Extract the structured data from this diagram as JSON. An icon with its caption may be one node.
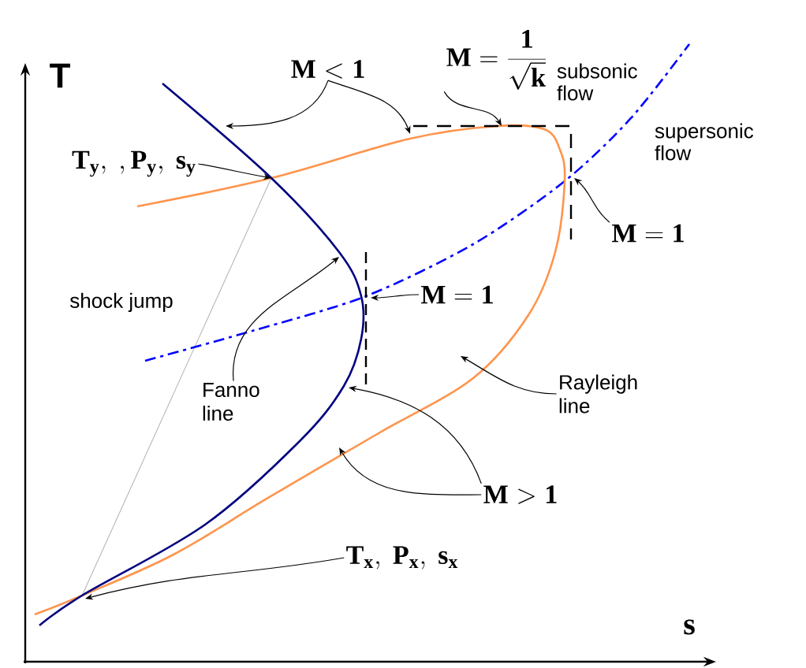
{
  "diagram": {
    "nodes": [
      {
        "text": [
          "\\mathbf{M < 1}"
        ]
      },
      {
        "text": [
          "\\mathbf{M = \\frac{1}{\\sqrt{k}}}"
        ]
      },
      {
        "text": [
          "\\mathbf{T_y,\\ ,P_y,\\ s_y}"
        ]
      },
      {
        "text": [
          "\\mathbf{M = 1}"
        ]
      },
      {
        "text": [
          "\\mathbf{M = 1}"
        ]
      },
      {
        "text": [
          "Fanno line"
        ]
      },
      {
        "text": [
          "Rayleigh line"
        ]
      },
      {
        "text": [
          "\\mathbf{M > 1}"
        ]
      },
      {
        "text": [
          "\\mathbf{T_x,\\ P_x,\\ s_x}"
        ]
      }
    ],
    "edges": [
      {
        "from": 0,
        "to": null,
        "arrow": "to"
      },
      {
        "from": 0,
        "to": null,
        "arrow": "to"
      },
      {
        "from": 1,
        "to": null,
        "arrow": "to"
      },
      {
        "from": 2,
        "to": null,
        "arrow": "to"
      },
      {
        "from": 3,
        "to": null,
        "arrow": "to"
      },
      {
        "from": 4,
        "to": null,
        "arrow": "to"
      },
      {
        "from": 5,
        "to": null,
        "arrow": "to"
      },
      {
        "from": 6,
        "to": null,
        "arrow": "to"
      },
      {
        "from": 7,
        "to": null,
        "arrow": "to"
      },
      {
        "from": 7,
        "to": null,
        "arrow": "to"
      },
      {
        "from": 8,
        "to": null,
        "arrow": "to"
      }
    ],
    "labels": [
      "T",
      "s",
      "subsonic flow",
      "supersonic flow",
      "shock jump"
    ]
  }
}
